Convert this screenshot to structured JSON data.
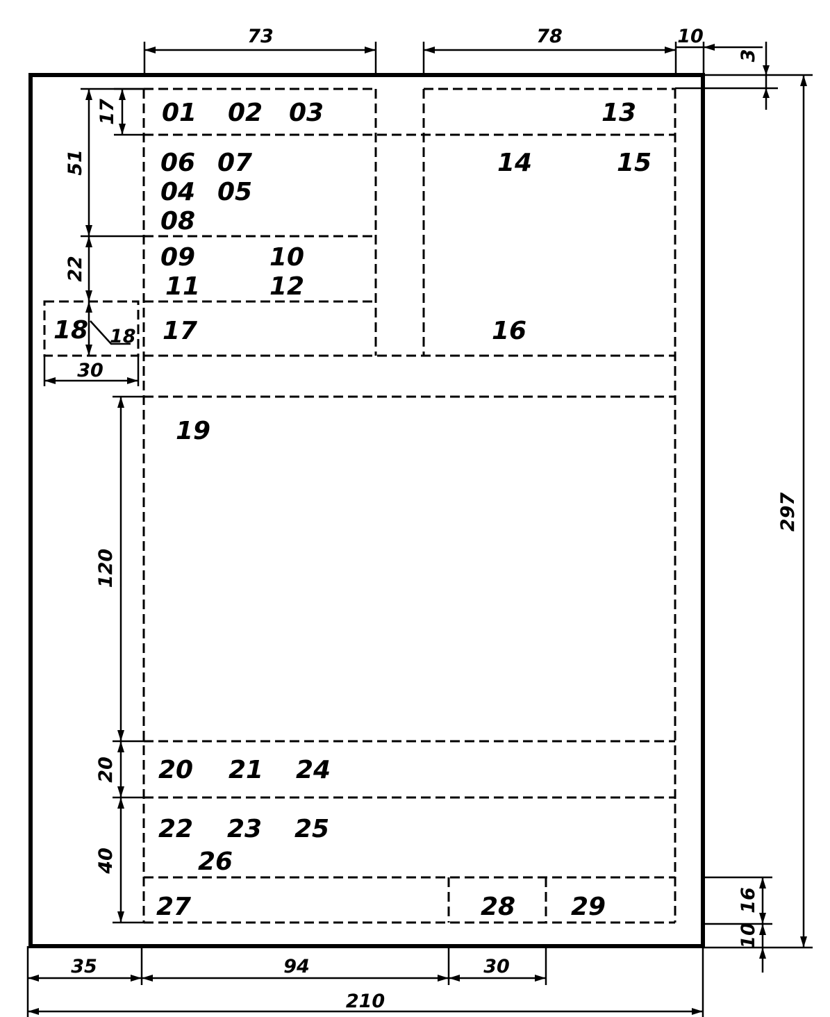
{
  "fields": {
    "f01": "01",
    "f02": "02",
    "f03": "03",
    "f13": "13",
    "f06": "06",
    "f07": "07",
    "f14": "14",
    "f15": "15",
    "f04": "04",
    "f05": "05",
    "f08": "08",
    "f09": "09",
    "f10": "10",
    "f11": "11",
    "f12": "12",
    "f18": "18",
    "f18b": "18",
    "f17": "17",
    "f16": "16",
    "f19": "19",
    "f20": "20",
    "f21": "21",
    "f24": "24",
    "f22": "22",
    "f23": "23",
    "f25": "25",
    "f26": "26",
    "f27": "27",
    "f28": "28",
    "f29": "29"
  },
  "dimensions": {
    "top_73": "73",
    "top_78": "78",
    "top_10": "10",
    "top_3": "3",
    "left_17": "17",
    "left_51": "51",
    "left_22": "22",
    "left_30": "30",
    "left_120": "120",
    "left_20": "20",
    "left_40": "40",
    "right_297": "297",
    "right_16": "16",
    "right_10": "10",
    "bottom_35": "35",
    "bottom_94": "94",
    "bottom_30": "30",
    "bottom_210": "210"
  }
}
